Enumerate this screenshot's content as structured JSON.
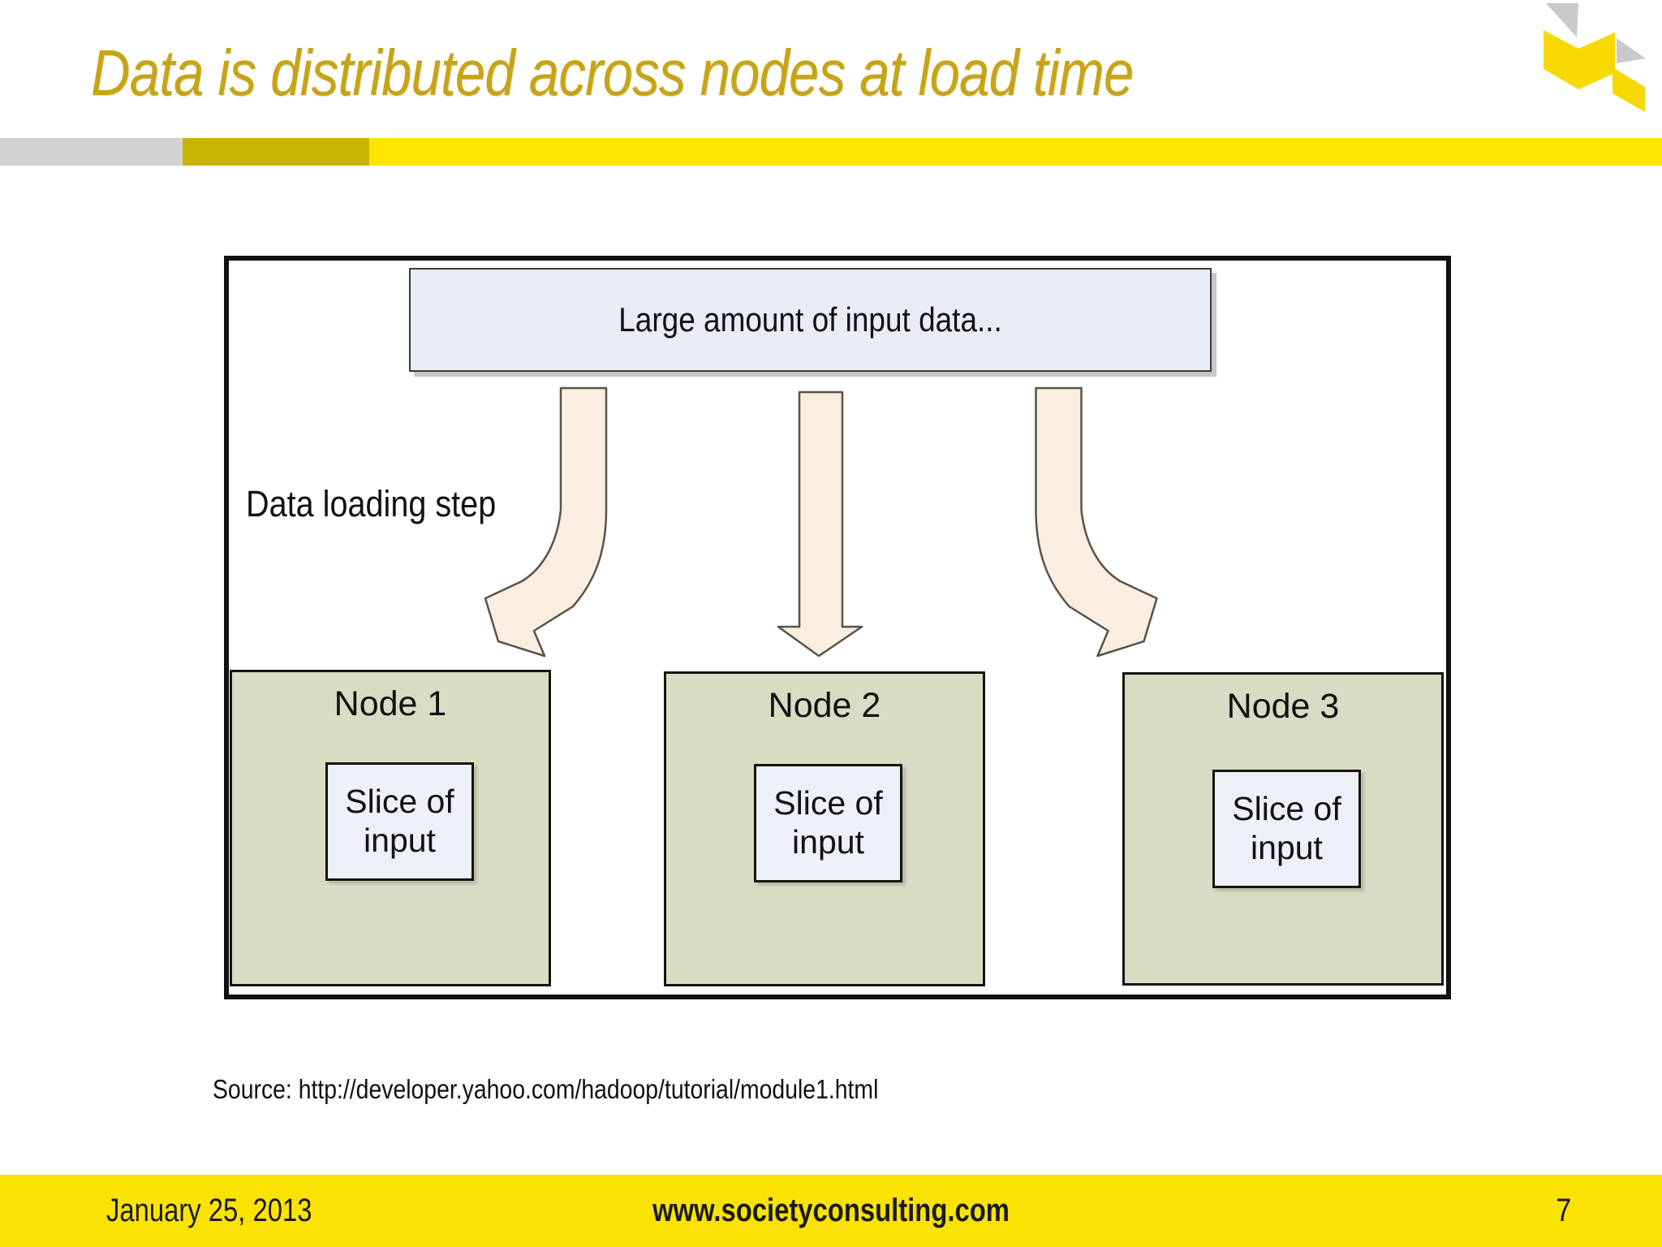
{
  "slide": {
    "title": "Data is distributed across nodes at load time",
    "source_note": "Source: http://developer.yahoo.com/hadoop/tutorial/module1.html"
  },
  "diagram": {
    "input_box_label": "Large amount of input data...",
    "loading_label": "Data loading step",
    "nodes": [
      {
        "label": "Node 1",
        "slice_line1": "Slice of",
        "slice_line2": "input"
      },
      {
        "label": "Node 2",
        "slice_line1": "Slice of",
        "slice_line2": "input"
      },
      {
        "label": "Node 3",
        "slice_line1": "Slice of",
        "slice_line2": "input"
      }
    ],
    "arrow_icons": [
      "curved-down-left-arrow-icon",
      "straight-down-arrow-icon",
      "curved-down-right-arrow-icon"
    ]
  },
  "footer": {
    "date": "January 25, 2013",
    "website": "www.societyconsulting.com",
    "page_number": "7"
  },
  "logo_icon": "society-consulting-logo-icon",
  "colors": {
    "title_gold": "#c7a417",
    "divider_gray": "#d2d2d2",
    "divider_gold": "#cbb301",
    "divider_yellow": "#ffe600",
    "footer_yellow": "#fae303",
    "node_fill": "#d9dcc3",
    "slice_fill": "#edf0f7",
    "input_box_fill": "#e9ecf5",
    "arrow_fill": "#faeee0",
    "arrow_stroke": "#57524b",
    "logo_yellow": "#f8d802",
    "logo_gray": "#c8c9cb"
  }
}
